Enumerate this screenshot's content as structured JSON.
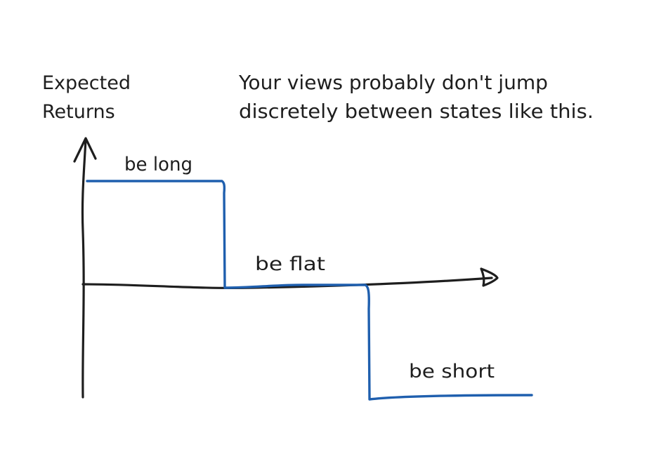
{
  "axis": {
    "y_label_line1": "Expected",
    "y_label_line2": "Returns"
  },
  "note": {
    "line1": "Your views probably don't jump",
    "line2": "discretely between states like this."
  },
  "regions": {
    "long": "be long",
    "flat": "be flat",
    "short": "be short"
  },
  "colors": {
    "ink": "#1e1e1e",
    "step_line": "#1f5fae",
    "background": "#ffffff"
  }
}
